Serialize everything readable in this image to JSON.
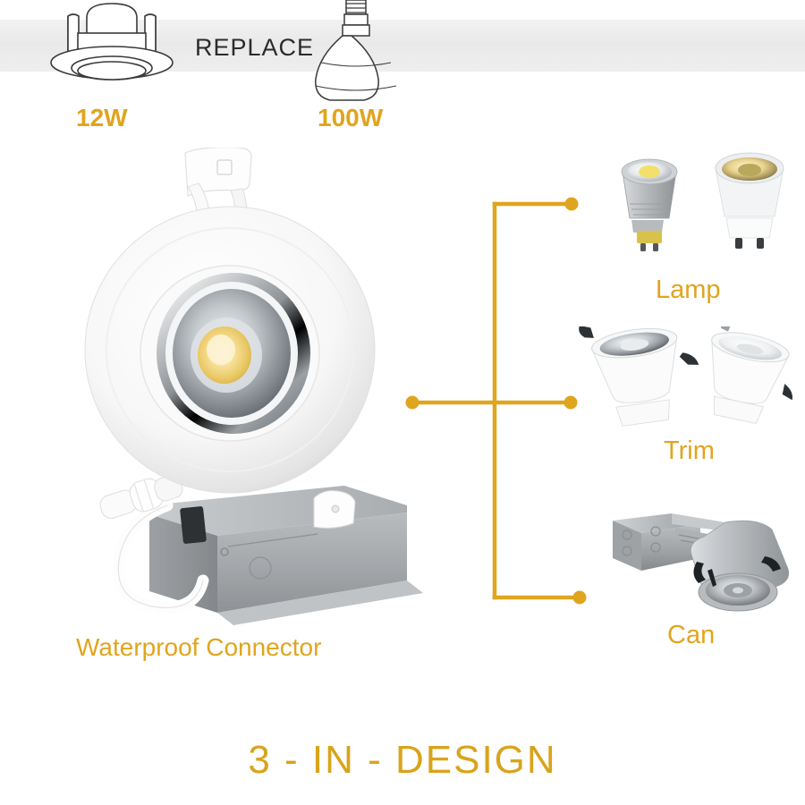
{
  "comparison": {
    "replace_text": "REPLACE",
    "left_wattage": "12W",
    "right_wattage": "100W",
    "left_icon": "recessed-downlight-lineart",
    "right_icon": "br-flood-bulb-lineart"
  },
  "callouts": [
    {
      "label": "Lamp",
      "icon": "gu10-led-lamp-pair-photo"
    },
    {
      "label": "Trim",
      "icon": "downlight-trim-pair-photo"
    },
    {
      "label": "Can",
      "icon": "recessed-can-housing-photo"
    }
  ],
  "main_product": {
    "caption": "Waterproof Connector",
    "icon": "gimbal-led-downlight-with-junction-box-photo"
  },
  "footer": {
    "title": "3 - IN - DESIGN"
  },
  "colors": {
    "accent_gold": "#e0a51e",
    "footer_gold": "#d9a41c",
    "band_gray": "#ebebeb",
    "text_dark": "#2b2b2b"
  }
}
